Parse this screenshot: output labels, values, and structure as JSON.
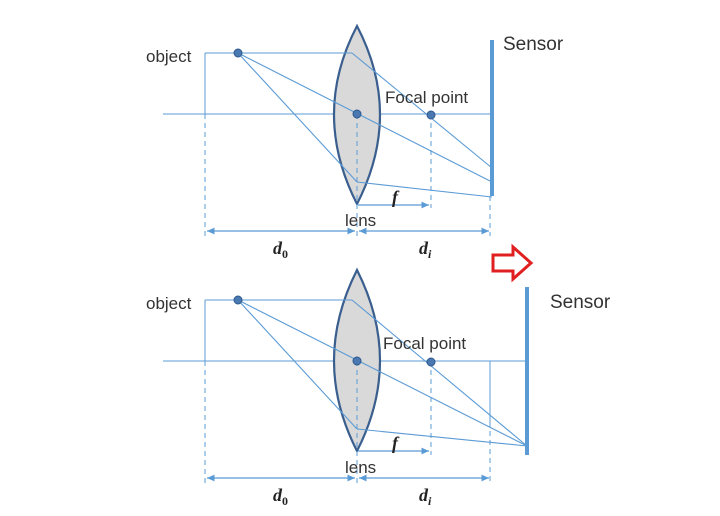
{
  "colors": {
    "ray": "#5b9bd5",
    "lens_fill": "#d9d9d9",
    "lens_stroke": "#3a5f8f",
    "point": "#4a78b0",
    "arrow": "#e02020"
  },
  "top_diagram": {
    "object_label": "object",
    "focal_label": "Focal point",
    "sensor_label": "Sensor",
    "lens_label": "lens",
    "f_label": "f",
    "d0_main": "d",
    "d0_sub": "0",
    "di_main": "d",
    "di_sub": "i"
  },
  "bottom_diagram": {
    "object_label": "object",
    "focal_label": "Focal point",
    "sensor_label": "Sensor",
    "lens_label": "lens",
    "f_label": "f",
    "d0_main": "d",
    "d0_sub": "0",
    "di_main": "d",
    "di_sub": "i"
  },
  "transition_icon": "right-arrow-outline-icon"
}
